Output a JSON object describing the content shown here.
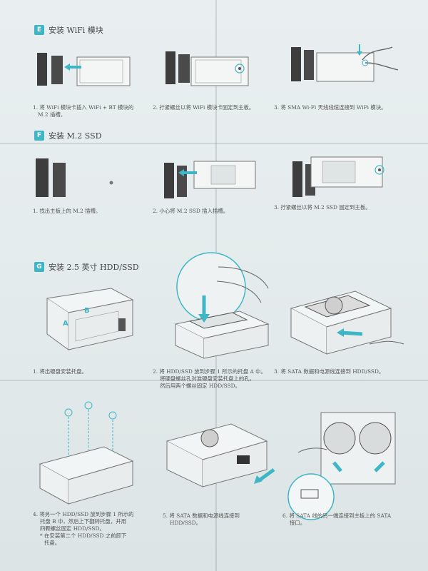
{
  "sections": [
    {
      "badge": "E",
      "title": "安装 WiFi 模块"
    },
    {
      "badge": "F",
      "title": "安装 M.2 SSD"
    },
    {
      "badge": "G",
      "title": "安装 2.5 英寸 HDD/SSD"
    }
  ],
  "steps_e": [
    {
      "lines": [
        "1. 将 WiFi 模块卡插入 WiFi + BT 模块的",
        "M.2 插槽。"
      ]
    },
    {
      "lines": [
        "2. 拧紧螺丝以将 WiFi 模块卡固定到主板。"
      ]
    },
    {
      "lines": [
        "3. 将 SMA Wi-Fi 天线线缆连接到 WiFi 模块。"
      ]
    }
  ],
  "steps_f": [
    {
      "lines": [
        "1. 找出主板上的 M.2 插槽。"
      ]
    },
    {
      "lines": [
        "2. 小心将 M.2 SSD 插入插槽。"
      ]
    },
    {
      "lines": [
        "3. 拧紧螺丝以将 M.2 SSD 固定到主板。"
      ]
    }
  ],
  "steps_g": [
    {
      "lines": [
        "1. 将出硬盘安装托盘。"
      ]
    },
    {
      "lines": [
        "2. 将 HDD/SSD 放到步骤 1 所示的托盘 A 中。",
        "将硬盘螺丝孔对准硬盘安装托盘上的孔，",
        "然后用两个螺丝固定 HDD/SSD。"
      ]
    },
    {
      "lines": [
        "3. 将 SATA 数据和电源线连接到 HDD/SSD。"
      ]
    },
    {
      "lines": [
        "4. 将另一个 HDD/SSD 放到步骤 1 所示的",
        "托盘 B 中，然后上下翻转托盘，并用",
        "四颗螺丝固定 HDD/SSD。",
        "* 在安装第二个 HDD/SSD 之前卸下",
        "托盘。"
      ]
    },
    {
      "lines": [
        "5. 将 SATA 数据和电源线连接到",
        "HDD/SSD。"
      ]
    },
    {
      "lines": [
        "6. 将 SATA 线的另一端连接到主板上的 SATA",
        "接口。"
      ]
    }
  ],
  "tray_labels": {
    "a": "A",
    "b": "B"
  },
  "colors": {
    "accent": "#3fb6c6",
    "ink": "#555555",
    "paper": "#e6eced"
  }
}
